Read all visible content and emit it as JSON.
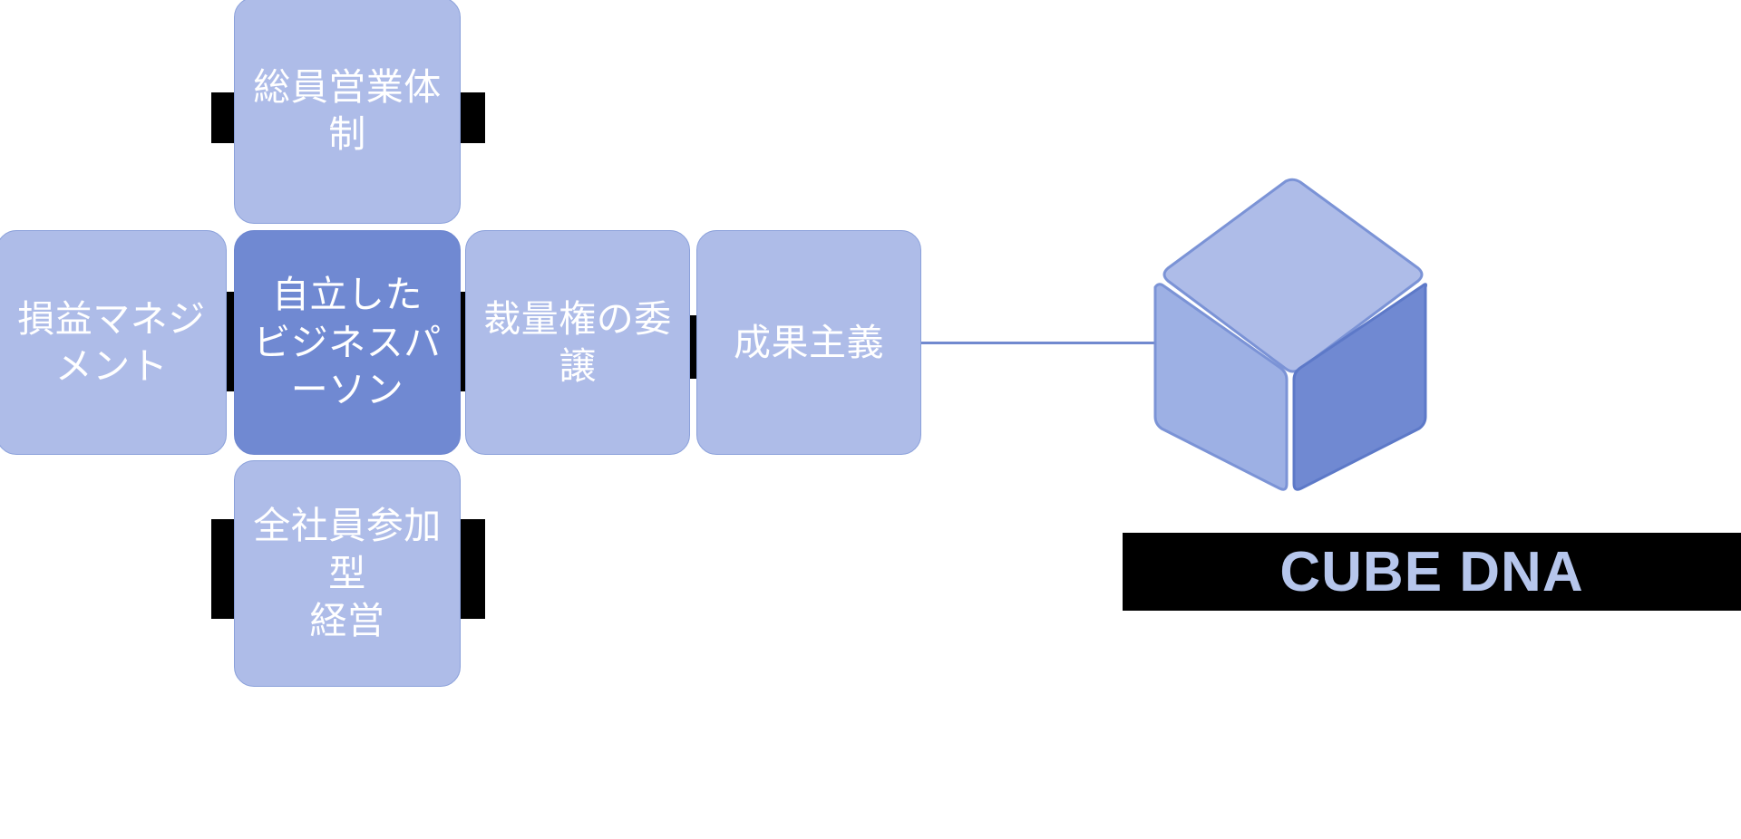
{
  "diagram": {
    "title": "CUBE DNA",
    "colors": {
      "box_light": "#aebce8",
      "box_dark": "#7089d2",
      "box_border": "#8aa0da",
      "connector_bar": "#000000",
      "link_line": "#7189cf",
      "banner_background": "#000000",
      "banner_text": "#b6c6ec",
      "cube_top": "#aebce8",
      "cube_left": "#9db0e4",
      "cube_right": "#7089d2",
      "page_background": "#ffffff",
      "box_text": "#ffffff"
    },
    "boxes": [
      {
        "id": "top",
        "label": "総員営業体制",
        "emphasis": "light"
      },
      {
        "id": "left",
        "label": "損益マネジメント",
        "emphasis": "light"
      },
      {
        "id": "center",
        "label": "自立した\nビジネスパーソン",
        "emphasis": "dark"
      },
      {
        "id": "right1",
        "label": "裁量権の委譲",
        "emphasis": "light"
      },
      {
        "id": "right2",
        "label": "成果主義",
        "emphasis": "light"
      },
      {
        "id": "bottom",
        "label": "全社員参加型\n経営",
        "emphasis": "light"
      }
    ],
    "center_lines": {
      "line1": "自立した",
      "line2": "ビジネスパーソン"
    },
    "bottom_lines": {
      "line1": "全社員参加型",
      "line2": "経営"
    },
    "banner": {
      "text": "CUBE DNA"
    }
  }
}
